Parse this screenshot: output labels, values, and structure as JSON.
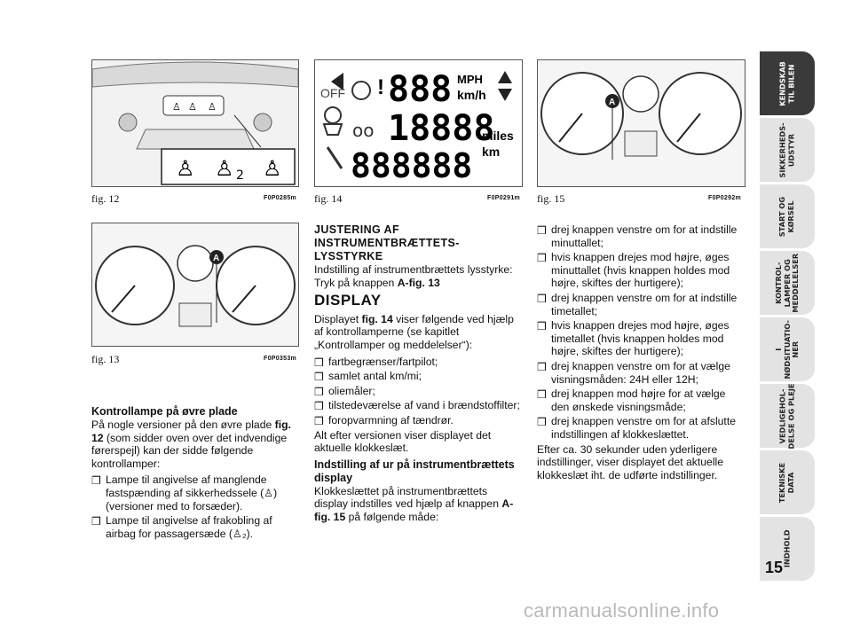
{
  "figures": {
    "fig12": {
      "caption": "fig. 12",
      "code": "F0P0285m",
      "labels": [
        "2"
      ]
    },
    "fig13": {
      "caption": "fig. 13",
      "code": "F0P0353m",
      "marker": "A"
    },
    "fig14": {
      "caption": "fig. 14",
      "code": "F0P0291m",
      "display": {
        "off": "OFF",
        "speed_digits": "888",
        "unit_mph": "MPH",
        "unit_kmh": "km/h",
        "odo_digits": "18888",
        "trip_digits": "888888",
        "unit_miles": "miles",
        "unit_km": "km"
      }
    },
    "fig15": {
      "caption": "fig. 15",
      "code": "F0P0292m",
      "marker": "A"
    }
  },
  "col1": {
    "heading": "Kontrollampe på øvre plade",
    "intro_pre": "På nogle versioner på den øvre plade ",
    "intro_ref": "fig. 12",
    "intro_post": " (som sidder oven over det indvendige førerspejl) kan der sidde følgende kontrollamper:",
    "bullets": [
      "Lampe til angivelse af manglende fastspænding af sikkerhedssele (♙) (versioner med to forsæder).",
      "Lampe til angivelse af frakobling af airbag for passagersæde (♙₂)."
    ]
  },
  "col2": {
    "heading": "JUSTERING AF INSTRUMENTBRÆTTETS-LYSSTYRKE",
    "p1_pre": "Indstilling af instrumentbrættets lysstyrke: Tryk på knappen ",
    "p1_ref": "A-fig. 13",
    "display_heading": "DISPLAY",
    "p2_pre": "Displayet ",
    "p2_ref": "fig. 14",
    "p2_post": " viser følgende ved hjælp af kontrollamperne (se kapitlet „Kontrollamper og meddelelser“):",
    "bullets": [
      "fartbegrænser/fartpilot;",
      "samlet antal km/mi;",
      "oliemåler;",
      "tilstedeværelse af vand i brændstoffilter;",
      "foropvarmning af tændrør."
    ],
    "p3": "Alt efter versionen viser displayet det aktuelle klokkeslæt.",
    "sub_heading": "Indstilling af ur på instrumentbrættets display",
    "p4_pre": "Klokkeslættet på instrumentbrættets display indstilles ved hjælp af knappen ",
    "p4_ref": "A-fig. 15",
    "p4_post": " på følgende måde:"
  },
  "col3": {
    "bullets": [
      "drej knappen venstre om for at indstille minuttallet;",
      "hvis knappen drejes mod højre, øges minuttallet (hvis knappen holdes mod højre, skiftes der hurtigere);",
      "drej knappen venstre om for at indstille timetallet;",
      "hvis knappen drejes mod højre, øges timetallet (hvis knappen holdes mod højre, skiftes der hurtigere);",
      "drej knappen venstre om for at vælge visningsmåden: 24H eller 12H;",
      "drej knappen mod højre for at vælge den ønskede visningsmåde;",
      "drej knappen venstre om for at afslutte indstillingen af klokkeslættet."
    ],
    "p_end": "Efter ca. 30 sekunder uden yderligere indstillinger, viser displayet det aktuelle klokkeslæt iht. de udførte indstillinger."
  },
  "tabs": [
    "KENDSKAB\nTIL BILEN",
    "SIKKERHEDS-\nUDSTYR",
    "START OG\nKØRSEL",
    "KONTROL-\nLAMPER OG\nMEDDELELSER",
    "I\nNØDSITUATIO-\nNER",
    "VEDLIGEHOL-\nDELSE OG PLEJE",
    "TEKNISKE\nDATA",
    "INDHOLD"
  ],
  "page_number": "15",
  "watermark": "carmanualsonline.info"
}
